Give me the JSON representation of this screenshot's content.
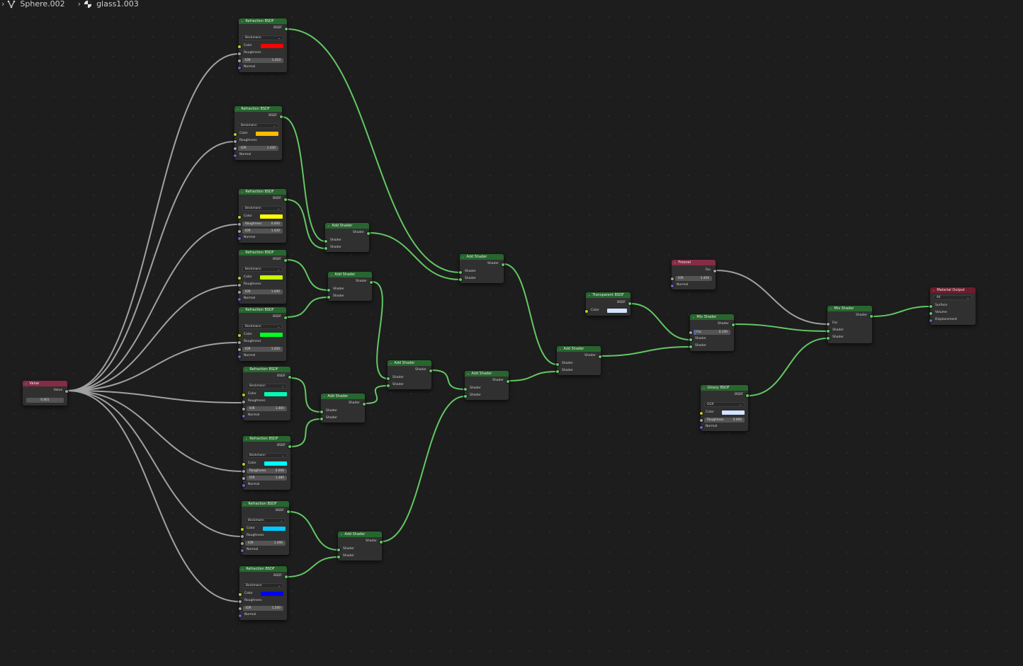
{
  "breadcrumb": {
    "object": "Sphere.002",
    "material": "glass1.003",
    "object_icon": "mesh-data-icon",
    "material_icon": "material-icon"
  },
  "colors": {
    "shader_header": "#27662e",
    "input_header": "#862c45",
    "output_header": "#6e1c2c",
    "shader_link": "#63c763",
    "value_link": "#a1a1a1"
  },
  "labels": {
    "bsdf": "BSDF",
    "shader": "Shader",
    "color": "Color",
    "roughness": "Roughness",
    "ior": "IOR",
    "normal": "Normal",
    "value": "Value",
    "fac": "Fac",
    "surface": "Surface",
    "volume": "Volume",
    "displacement": "Displacement"
  },
  "nodes": {
    "value": {
      "title": "Value",
      "output": "Value",
      "value": "0.001"
    },
    "refraction": [
      {
        "title": "Refraction BSDF",
        "distribution": "Beckmann",
        "color": "#ff0000",
        "ior": "1.410"
      },
      {
        "title": "Refraction BSDF",
        "distribution": "Beckmann",
        "color": "#ffbb00",
        "ior": "1.420"
      },
      {
        "title": "Refraction BSDF",
        "distribution": "Beckmann",
        "color": "#ffff00",
        "roughness": "0.000",
        "ior": "1.430"
      },
      {
        "title": "Refraction BSDF",
        "distribution": "Beckmann",
        "color": "#c4ff00",
        "ior": "1.440"
      },
      {
        "title": "Refraction BSDF",
        "distribution": "Beckmann",
        "color": "#00ff22",
        "ior": "1.450"
      },
      {
        "title": "Refraction BSDF",
        "distribution": "Beckmann",
        "color": "#00ffb4",
        "ior": "1.460"
      },
      {
        "title": "Refraction BSDF",
        "distribution": "Beckmann",
        "color": "#00ffff",
        "roughness": "0.000",
        "ior": "1.480"
      },
      {
        "title": "Refraction BSDF",
        "distribution": "Beckmann",
        "color": "#00c8ff",
        "ior": "1.490"
      },
      {
        "title": "Refraction BSDF",
        "distribution": "Beckmann",
        "color": "#0000ff",
        "ior": "1.500"
      }
    ],
    "add_shader": {
      "title": "Add Shader"
    },
    "transparent": {
      "title": "Transparent BSDF",
      "color": "#d4e4ff"
    },
    "fresnel": {
      "title": "Fresnel",
      "ior": "1.450"
    },
    "mix1": {
      "title": "Mix Shader",
      "fac": "0.100"
    },
    "mix2": {
      "title": "Mix Shader"
    },
    "glossy": {
      "title": "Glossy BSDF",
      "distribution": "GGX",
      "color": "#d4e4ff",
      "roughness": "0.000"
    },
    "output": {
      "title": "Material Output",
      "target": "All"
    }
  }
}
